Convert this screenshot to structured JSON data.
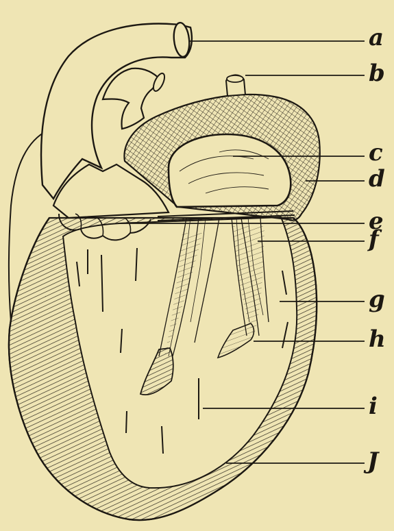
{
  "figure": {
    "labels": {
      "a": "a",
      "b": "b",
      "c": "c",
      "d": "d",
      "e": "e",
      "f": "f",
      "g": "g",
      "h": "h",
      "i": "i",
      "j": "J"
    }
  },
  "colors": {
    "paper": "#efe5b4",
    "ink": "#1c1812"
  }
}
